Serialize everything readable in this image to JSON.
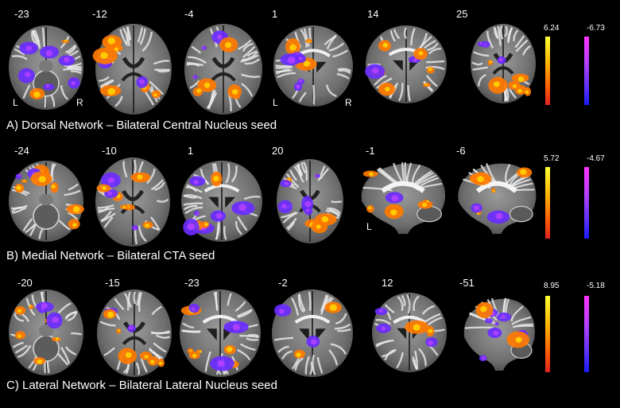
{
  "rows": [
    {
      "caption": "A) Dorsal Network – Bilateral Central Nucleus seed",
      "slices": [
        "-23",
        "-12",
        "-4",
        "1",
        "14",
        "25"
      ],
      "views": [
        "axial-low",
        "axial",
        "axial",
        "coronal",
        "coronal",
        "axial-high"
      ],
      "scale": {
        "max": "6.24",
        "min": "-6.73"
      },
      "side_labels": {
        "left": "L",
        "right": "R"
      }
    },
    {
      "caption": "B) Medial Network – Bilateral CTA seed",
      "slices": [
        "-24",
        "-10",
        "1",
        "20",
        "-1",
        "-6"
      ],
      "views": [
        "axial-low",
        "axial",
        "coronal",
        "axial-high",
        "sagittal",
        "sagittal"
      ],
      "scale": {
        "max": "5.72",
        "min": "-4.67"
      },
      "side_labels": {
        "left": "L"
      }
    },
    {
      "caption": "C) Lateral Network – Bilateral Lateral Nucleus seed",
      "slices": [
        "-20",
        "-15",
        "-23",
        "-2",
        "12",
        "-51"
      ],
      "views": [
        "axial-low",
        "axial",
        "coronal",
        "coronal",
        "coronal",
        "sagittal-lat"
      ],
      "scale": {
        "max": "8.95",
        "min": "-5.18"
      }
    }
  ],
  "colors": {
    "positive": [
      "#e0221e",
      "#ff7a00",
      "#ffd000",
      "#ffff33"
    ],
    "negative": [
      "#1a1aff",
      "#6a2cff",
      "#b040ff",
      "#ff33ff"
    ]
  }
}
